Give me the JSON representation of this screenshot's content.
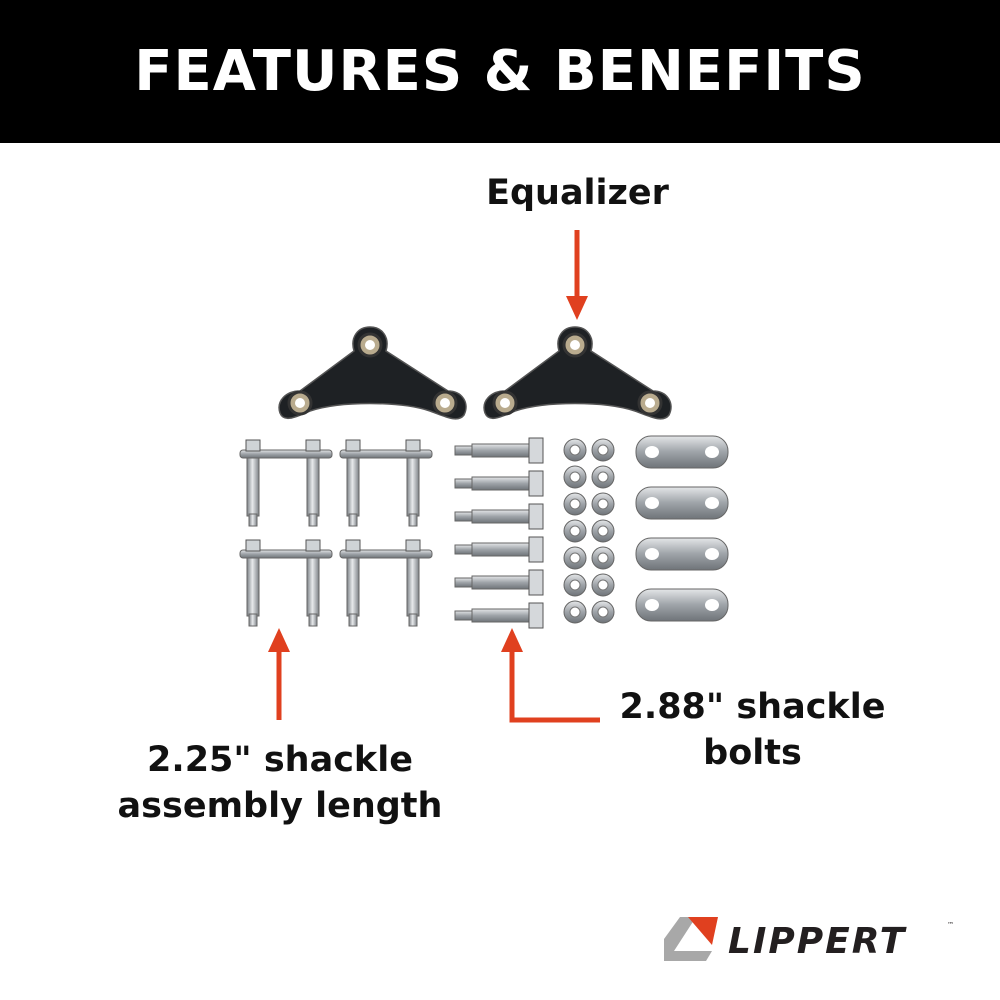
{
  "header": {
    "title": "FEATURES & BENEFITS"
  },
  "callouts": {
    "equalizer": "Equalizer",
    "shackle_assembly_line1": "2.25\" shackle",
    "shackle_assembly_line2": "assembly length",
    "shackle_bolts_line1": "2.88\" shackle",
    "shackle_bolts_line2": "bolts"
  },
  "brand": {
    "name": "LIPPERT",
    "trademark": "™"
  },
  "colors": {
    "banner": "#000000",
    "arrow": "#e0401f",
    "logo_red": "#e0401f",
    "logo_gray": "#a8a8a8",
    "logo_text": "#231f20"
  },
  "kit_contents": {
    "equalizers": 2,
    "shackle_assemblies": 4,
    "shackle_bolts": 6,
    "nuts": 14,
    "shackle_plates": 4
  }
}
